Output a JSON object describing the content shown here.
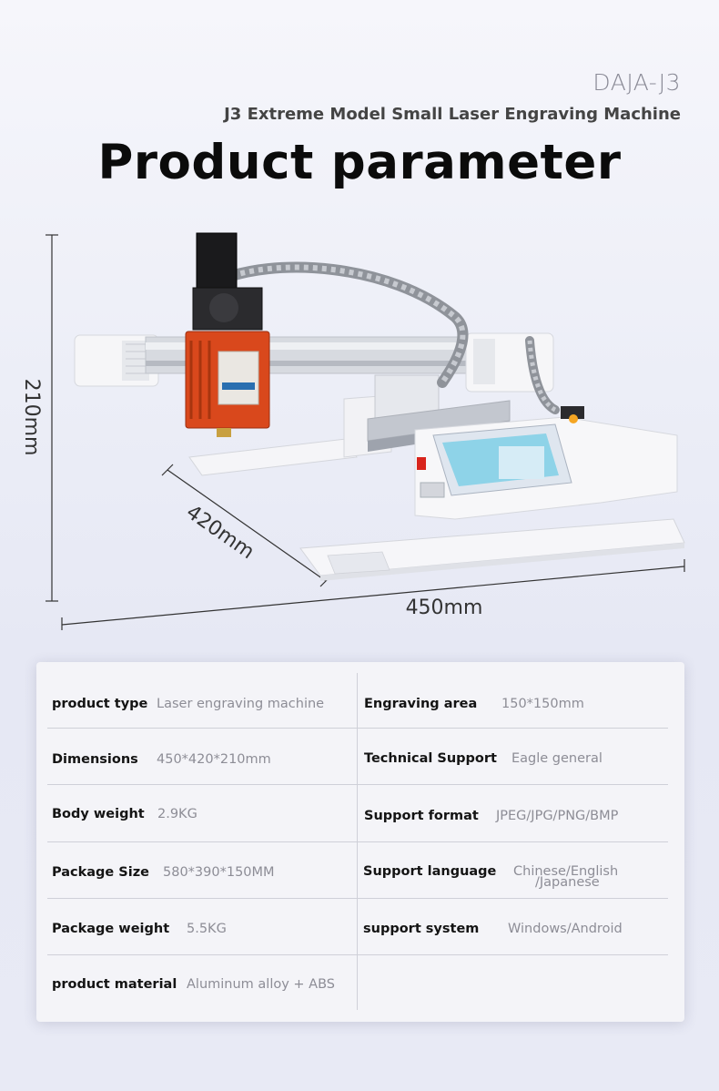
{
  "header": {
    "brand": "DAJA-J3",
    "subtitle": "J3 Extreme Model Small Laser Engraving Machine",
    "title": "Product parameter"
  },
  "dimensions": {
    "height": "210mm",
    "depth": "420mm",
    "width": "450mm"
  },
  "specs": {
    "left": [
      {
        "label": "product type",
        "value": "Laser engraving machine"
      },
      {
        "label": "Dimensions",
        "value": "450*420*210mm"
      },
      {
        "label": "Body weight",
        "value": "2.9KG"
      },
      {
        "label": "Package Size",
        "value": "580*390*150MM"
      },
      {
        "label": "Package weight",
        "value": "5.5KG"
      },
      {
        "label": "product material",
        "value": "Aluminum alloy + ABS"
      }
    ],
    "right": [
      {
        "label": "Engraving area",
        "value": "150*150mm"
      },
      {
        "label": "Technical Support",
        "value": "Eagle general"
      },
      {
        "label": "Support format",
        "value": "JPEG/JPG/PNG/BMP"
      },
      {
        "label": "Support language",
        "value": "Chinese/English",
        "value2": "/Japanese"
      },
      {
        "label": "support system",
        "value": "Windows/Android"
      }
    ]
  },
  "colors": {
    "laser_module": "#d9481c",
    "frame": "#f3f3f6",
    "rail": "#c9ccd3"
  }
}
